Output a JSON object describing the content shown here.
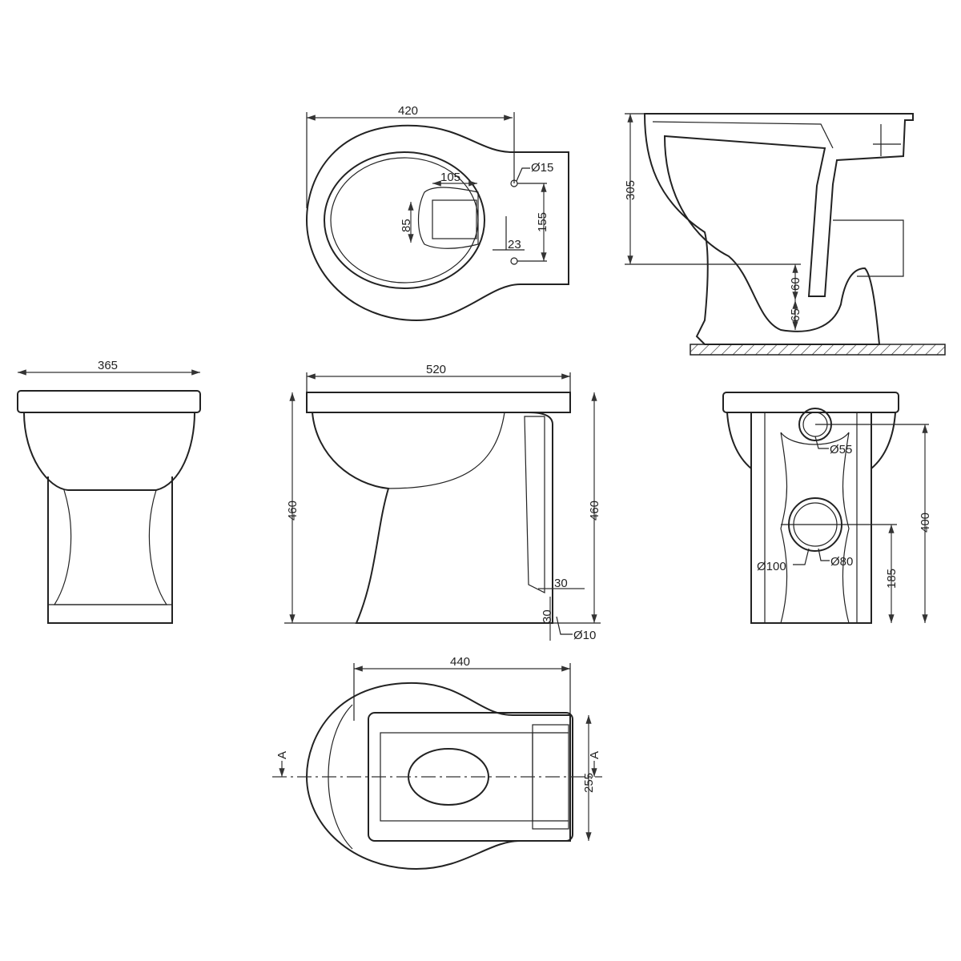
{
  "colors": {
    "line": "#222222",
    "background": "#ffffff"
  },
  "views": {
    "top_view": {
      "width": "420",
      "hole_dia": "Ø15",
      "outlet_width": "105",
      "outlet_depth": "85",
      "hole_spacing": "155",
      "offset": "23"
    },
    "section_view": {
      "height": "305",
      "trap_seal": "60",
      "trap_depth": "65"
    },
    "front_view": {
      "width": "365"
    },
    "side_view": {
      "length": "520",
      "height_left": "460",
      "height_right": "460",
      "fix_horizontal": "30",
      "fix_vertical": "30",
      "fix_hole_dia": "Ø10"
    },
    "rear_view": {
      "inlet_dia": "Ø55",
      "outlet_outer_dia": "Ø100",
      "outlet_inner_dia": "Ø80",
      "inlet_height": "400",
      "outlet_height": "185"
    },
    "plan_view": {
      "width": "440",
      "depth": "255",
      "section_mark_left": "A",
      "section_mark_right": "A"
    }
  }
}
